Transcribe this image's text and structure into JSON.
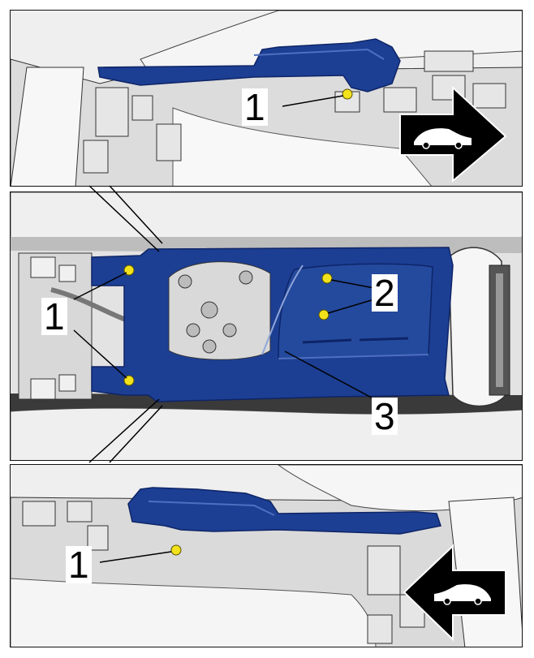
{
  "colors": {
    "part_blue": "#1c3f94",
    "part_blue_dark": "#0e2466",
    "fastener_yellow": "#f2e21c",
    "body_light": "#ececec",
    "body_mid": "#d2d2d2",
    "outline": "#111111"
  },
  "callouts": {
    "top_screw": "1",
    "middle_screws_left": "1",
    "middle_screws_right": "2",
    "middle_console": "3",
    "bottom_screw": "1"
  },
  "icons": {
    "top_direction": "car-arrow-right-icon",
    "bottom_direction": "car-arrow-left-icon"
  }
}
